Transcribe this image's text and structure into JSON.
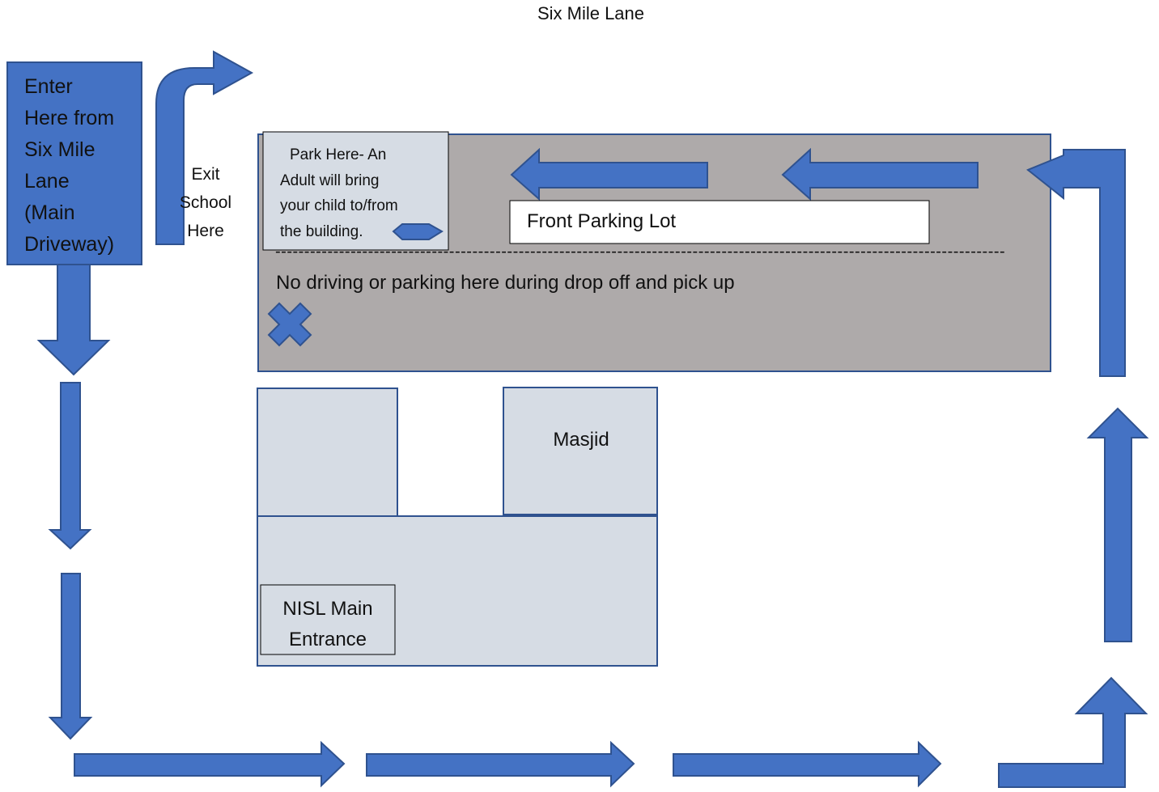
{
  "road_label": "Six Mile Lane",
  "entry": {
    "lines": [
      "Enter",
      "Here from",
      "Six Mile",
      "Lane",
      "(Main",
      "Driveway)"
    ]
  },
  "exit": {
    "lines": [
      "Exit",
      "School",
      "Here"
    ]
  },
  "parking_box": {
    "lines": [
      "Park Here- An",
      "Adult will bring",
      "your child to/from",
      "the building."
    ]
  },
  "front_lot_label": "Front Parking Lot",
  "divider_text": "------------------------------------------------------------------------------------------------------------------------------",
  "no_drive_text": "No driving or parking here during drop off and pick up",
  "masjid_label": "Masjid",
  "entrance": {
    "lines": [
      "NISL Main",
      "Entrance"
    ]
  },
  "colors": {
    "arrow_fill": "#4472c4",
    "arrow_stroke": "#2f528f",
    "lot_fill": "#aeaaaa",
    "building_fill": "#d6dce4",
    "outline": "#2f528f"
  }
}
